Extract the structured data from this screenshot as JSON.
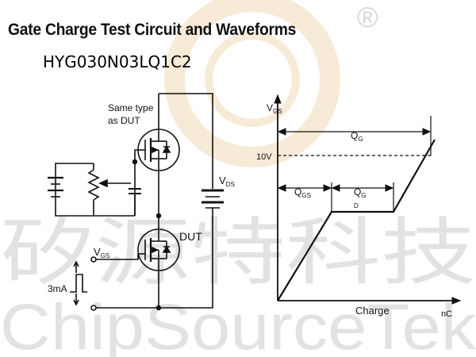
{
  "title": "Gate Charge Test Circuit and Waveforms",
  "part_number": "HYG030N03LQ1C2",
  "watermark": {
    "chinese": "矽源特科技",
    "latin": "ChipSourceTek",
    "registered": "®"
  },
  "circuit": {
    "same_type_line1": "Same type",
    "same_type_line2": "as DUT",
    "dut_label": "DUT",
    "vds_main": "V",
    "vds_sub": "DS",
    "vgs_main": "V",
    "vgs_sub": "GS",
    "current_label": "3mA"
  },
  "waveform": {
    "y_axis_main": "V",
    "y_axis_sub": "GS",
    "level_label": "10V",
    "qg_main": "Q",
    "qg_sub": "G",
    "qgs_main": "Q",
    "qgs_sub": "GS",
    "qgd_main": "Q",
    "qgd_sub1": "G",
    "qgd_sub2": "D",
    "x_axis_label": "Charge",
    "x_unit": "nC"
  },
  "colors": {
    "ink": "#111111",
    "watermark_gray": "#d9d9d9",
    "logo_orange": "#f6e2c4"
  }
}
